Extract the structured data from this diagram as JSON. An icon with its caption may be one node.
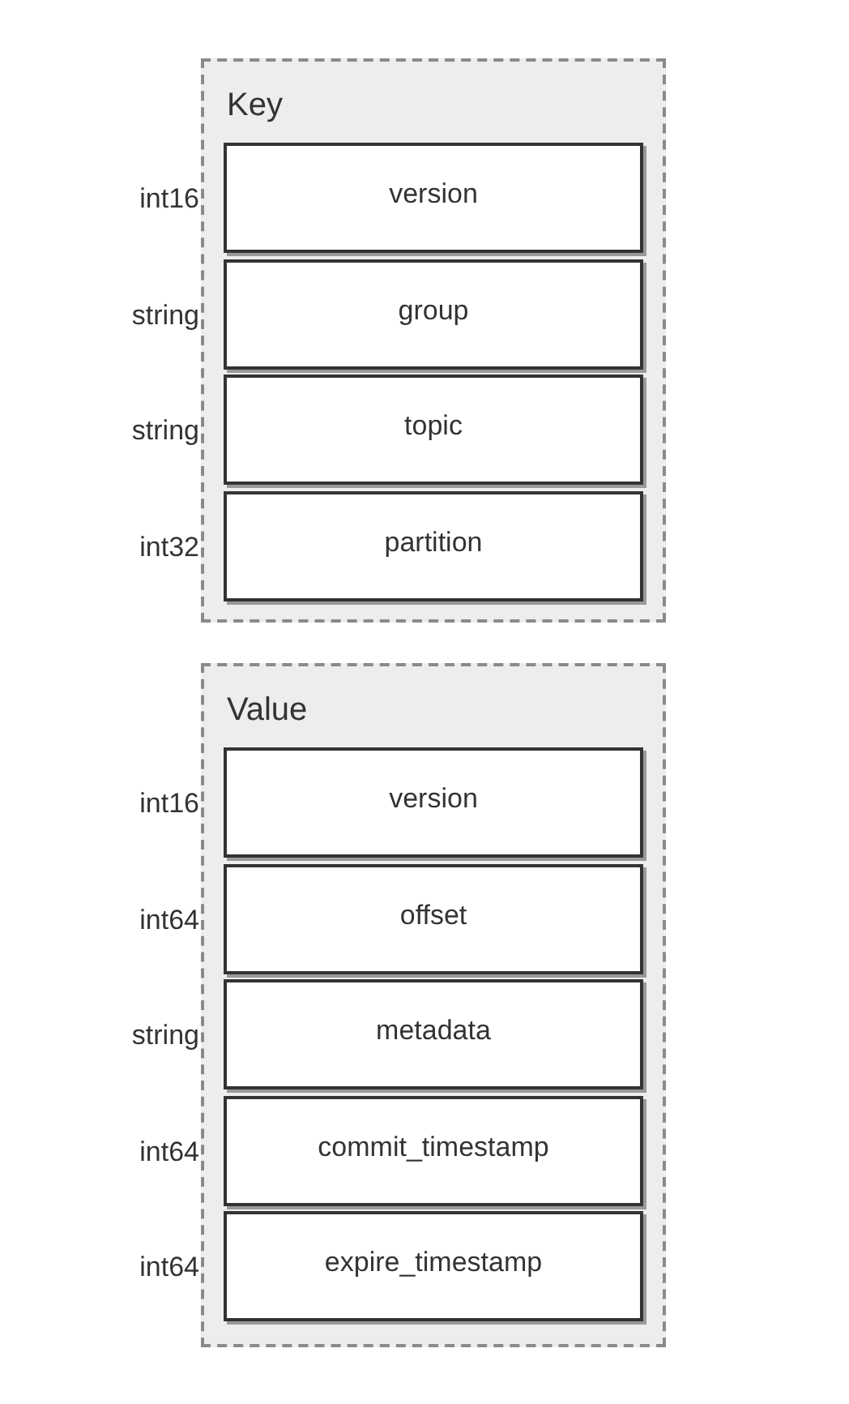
{
  "diagram": {
    "nodes": [
      {
        "text": [
          "Key"
        ]
      },
      {
        "text": [
          "version"
        ],
        "in": 0,
        "beside": [
          "int16"
        ]
      },
      {
        "text": [
          "group"
        ],
        "in": 0,
        "beside": [
          "string"
        ]
      },
      {
        "text": [
          "topic"
        ],
        "in": 0,
        "beside": [
          "string"
        ]
      },
      {
        "text": [
          "partition"
        ],
        "in": 0,
        "beside": [
          "int32"
        ]
      },
      {
        "text": [
          "Value"
        ]
      },
      {
        "text": [
          "version"
        ],
        "in": 5,
        "beside": [
          "int16"
        ]
      },
      {
        "text": [
          "offset"
        ],
        "in": 5,
        "beside": [
          "int64"
        ]
      },
      {
        "text": [
          "metadata"
        ],
        "in": 5,
        "beside": [
          "string"
        ]
      },
      {
        "text": [
          "commit_timestamp"
        ],
        "in": 5,
        "beside": [
          "int64"
        ]
      },
      {
        "text": [
          "expire_timestamp"
        ],
        "in": 5,
        "beside": [
          "int64"
        ]
      }
    ]
  }
}
